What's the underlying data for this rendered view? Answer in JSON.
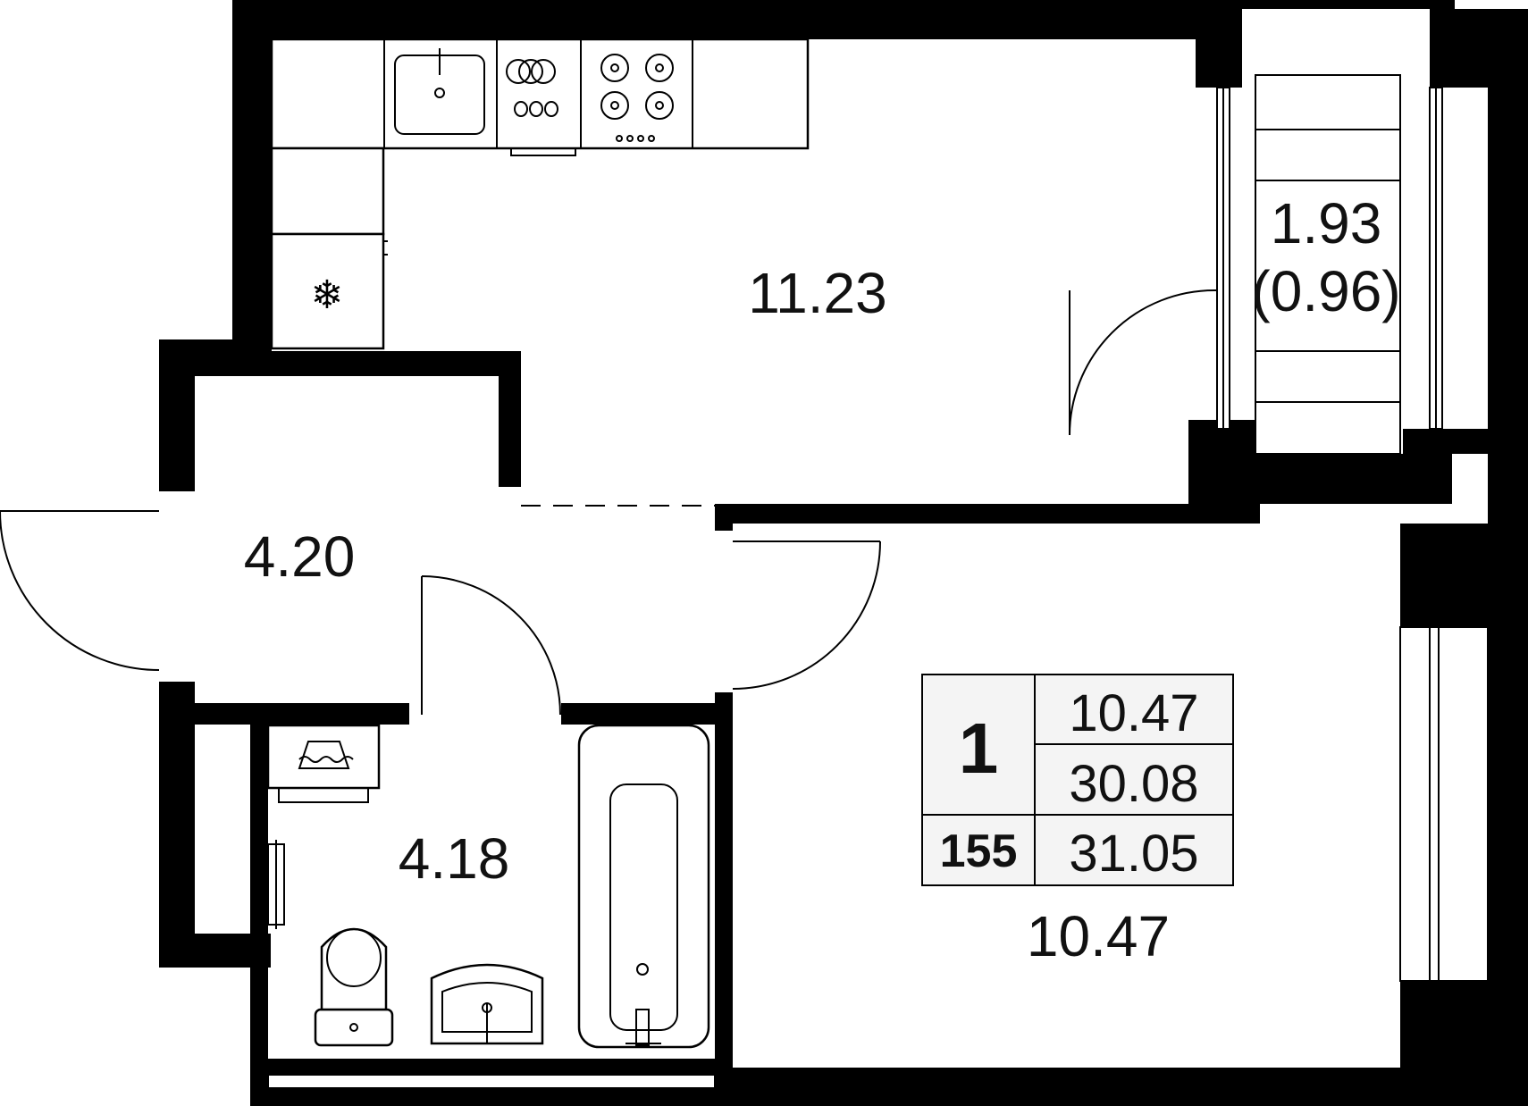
{
  "rooms": {
    "kitchen_living": "11.23",
    "balcony_area": "1.93",
    "balcony_reduced": "(0.96)",
    "hallway": "4.20",
    "bathroom": "4.18",
    "bedroom": "10.47"
  },
  "summary": {
    "rooms_count": "1",
    "living_area": "10.47",
    "area_without_balcony": "30.08",
    "apartment_number": "155",
    "total_area": "31.05"
  },
  "colors": {
    "wall": "#000000",
    "background": "#ffffff",
    "table_fill": "#f4f4f4"
  }
}
